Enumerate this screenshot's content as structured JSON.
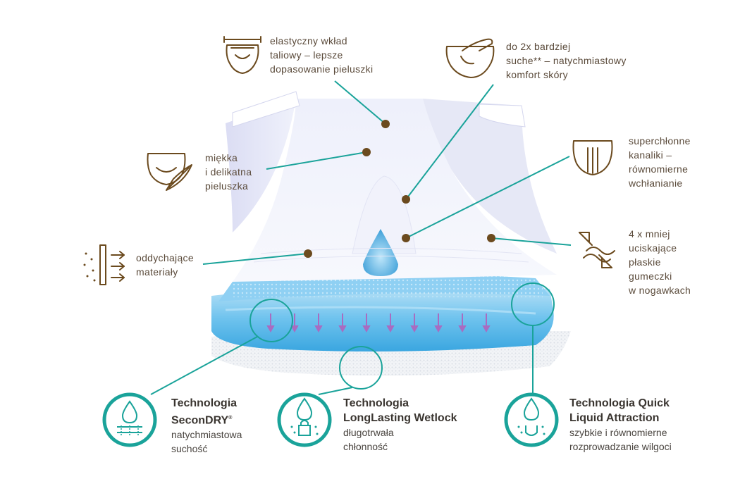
{
  "callouts": [
    {
      "id": "waistband",
      "icon": "diaper-waistband-icon",
      "lines": [
        "elastyczny wkład",
        "taliowy – lepsze",
        "dopasowanie pieluszki"
      ]
    },
    {
      "id": "dryness",
      "icon": "hand-on-diaper-icon",
      "lines": [
        "do 2x bardziej",
        "suche** – natychmiastowy",
        "komfort skóry"
      ]
    },
    {
      "id": "soft",
      "icon": "diaper-feather-icon",
      "lines": [
        "miękka",
        "i delikatna",
        "pieluszka"
      ]
    },
    {
      "id": "channels",
      "icon": "diaper-channels-icon",
      "lines": [
        "superchłonne",
        "kanaliki –",
        "równomierne",
        "wchłanianie"
      ]
    },
    {
      "id": "breathable",
      "icon": "breathable-layer-icon",
      "lines": [
        "oddychające",
        "materiały"
      ]
    },
    {
      "id": "elastics",
      "icon": "flat-elastics-icon",
      "lines": [
        "4 x mniej",
        "uciskające",
        "płaskie",
        "gumeczki",
        "w nogawkach"
      ]
    }
  ],
  "technologies": [
    {
      "id": "secondry",
      "icon": "drop-dry-layer-icon",
      "title_lines": [
        "Technologia",
        "SeconDRY"
      ],
      "mark": "®",
      "desc_lines": [
        "natychmiastowa",
        "suchość"
      ]
    },
    {
      "id": "wetlock",
      "icon": "drop-lock-icon",
      "title_lines": [
        "Technologia",
        "LongLasting Wetlock"
      ],
      "desc_lines": [
        "długotrwała",
        "chłonność"
      ]
    },
    {
      "id": "quick",
      "icon": "drop-magnet-icon",
      "title_lines": [
        "Technologia Quick",
        "Liquid Attraction"
      ],
      "desc_lines": [
        "szybkie i równomierne",
        "rozprowadzanie wilgoci"
      ]
    }
  ],
  "colors": {
    "teal": "#1aa39a",
    "brown": "#6b4a1e",
    "text": "#5a4a3a",
    "blue": "#5ab4e6",
    "lavender": "#d8d8f0"
  }
}
